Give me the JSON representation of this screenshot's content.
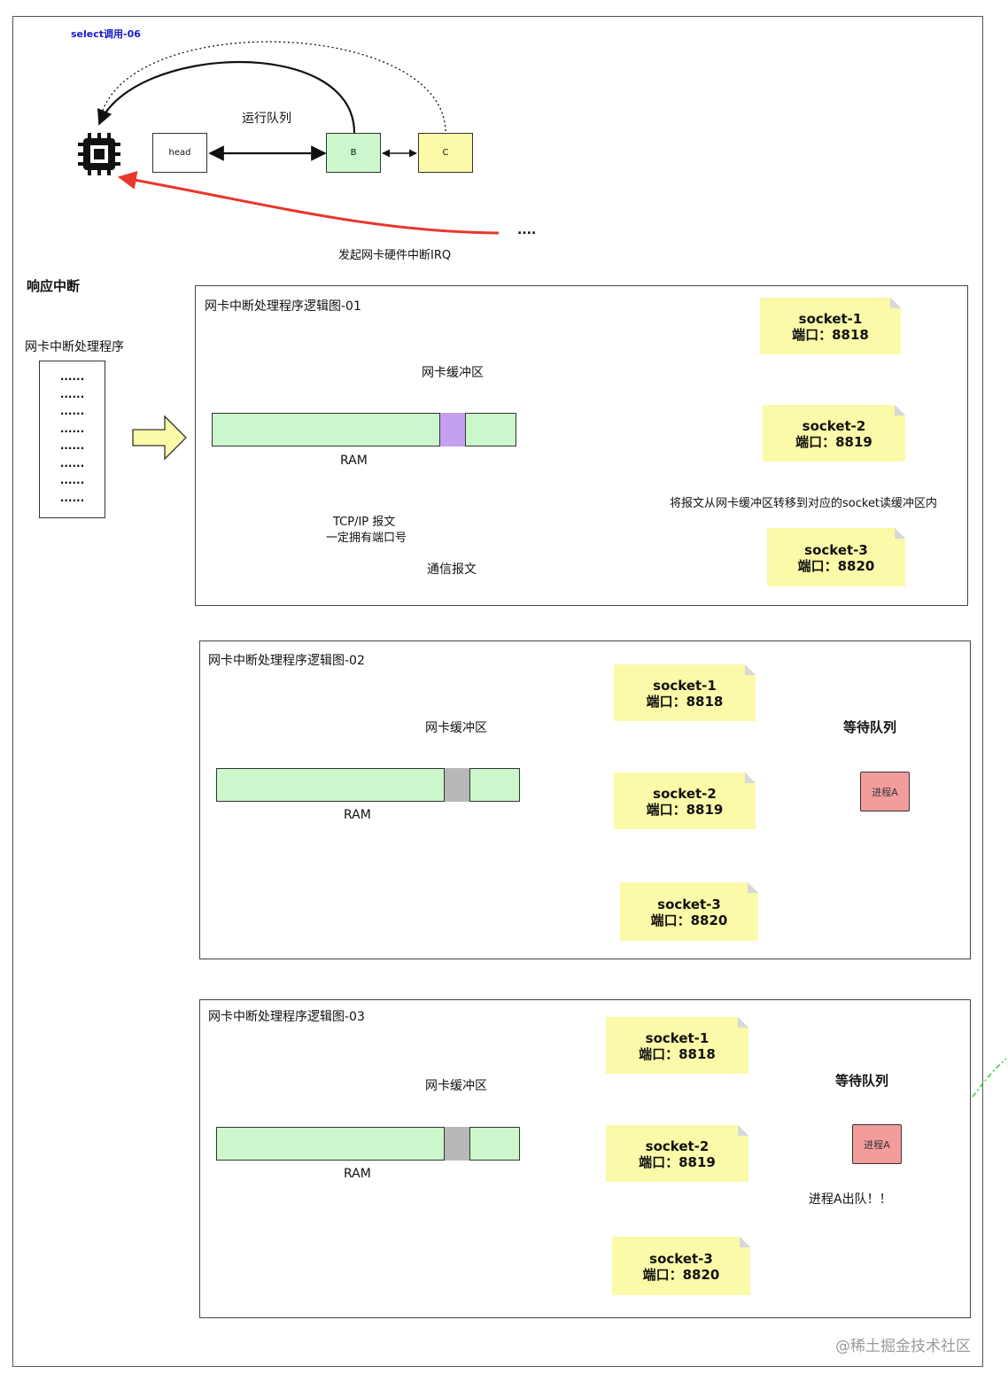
{
  "top": {
    "select_label": "select调用-06",
    "run_queue_label": "运行队列",
    "head_label": "head",
    "b_label": "B",
    "c_label": "C",
    "ellipsis": "....",
    "irq_label": "发起网卡硬件中断IRQ"
  },
  "left": {
    "respond_title": "响应中断",
    "handler_title": "网卡中断处理程序",
    "dots": [
      "......",
      "......",
      "......",
      "......",
      "......",
      "......",
      "......",
      "......"
    ]
  },
  "panel1": {
    "title": "网卡中断处理程序逻辑图-01",
    "buffer_label": "网卡缓冲区",
    "ram_label": "RAM",
    "tcp_label_1": "TCP/IP 报文",
    "tcp_label_2": "一定拥有端口号",
    "msg_label": "通信报文",
    "transfer_label": "将报文从网卡缓冲区转移到对应的socket读缓冲区内",
    "sockets": [
      {
        "name": "socket-1",
        "port": "端口：8818"
      },
      {
        "name": "socket-2",
        "port": "端口：8819"
      },
      {
        "name": "socket-3",
        "port": "端口：8820"
      }
    ]
  },
  "panel2": {
    "title": "网卡中断处理程序逻辑图-02",
    "buffer_label": "网卡缓冲区",
    "ram_label": "RAM",
    "wait_label": "等待队列",
    "process_label": "进程A",
    "sockets": [
      {
        "name": "socket-1",
        "port": "端口：8818"
      },
      {
        "name": "socket-2",
        "port": "端口：8819"
      },
      {
        "name": "socket-3",
        "port": "端口：8820"
      }
    ]
  },
  "panel3": {
    "title": "网卡中断处理程序逻辑图-03",
    "buffer_label": "网卡缓冲区",
    "ram_label": "RAM",
    "wait_label": "等待队列",
    "process_label": "进程A",
    "dequeue_label": "进程A出队！！",
    "sockets": [
      {
        "name": "socket-1",
        "port": "端口：8818"
      },
      {
        "name": "socket-2",
        "port": "端口：8819"
      },
      {
        "name": "socket-3",
        "port": "端口：8820"
      }
    ]
  },
  "watermark": "@稀土掘金技术社区",
  "colors": {
    "ram_green": "#ccf7cc",
    "buffer_purple": "#c6a0f0",
    "buffer_gray": "#b8b8b8",
    "note_yellow": "#fbfaa8",
    "process_red": "#f29c9c",
    "irq_red": "#e8372c",
    "b_green": "#ccf7cc",
    "c_yellow": "#fbfaa8",
    "select_blue": "#1a1ac8",
    "green_dash": "#33cc33"
  }
}
